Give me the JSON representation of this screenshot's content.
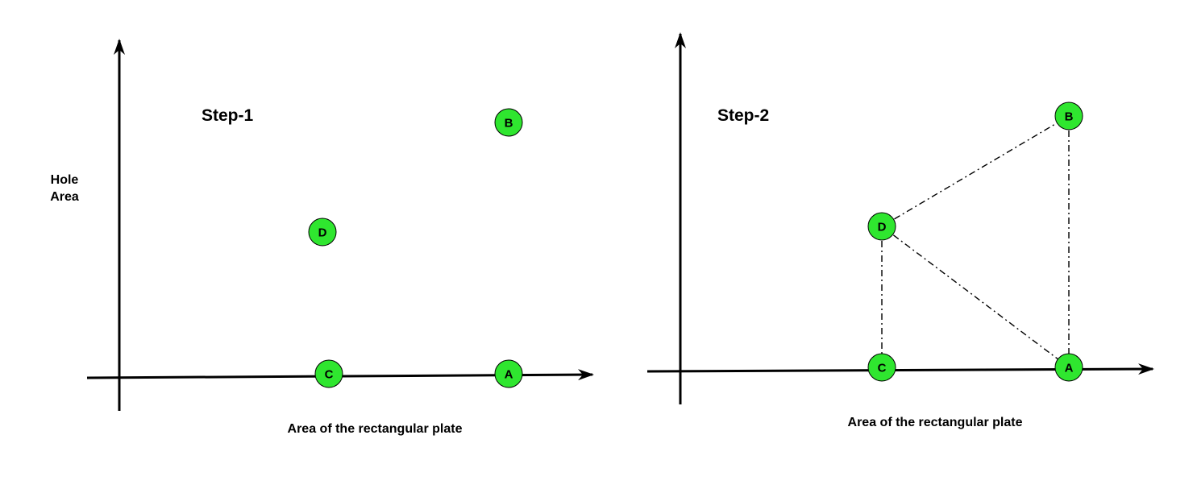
{
  "panels": [
    {
      "step_label": "Step-1",
      "y_axis_label_line1": "Hole",
      "y_axis_label_line2": "Area",
      "x_axis_label": "Area of the rectangular plate",
      "nodes": {
        "A": "A",
        "B": "B",
        "C": "C",
        "D": "D"
      }
    },
    {
      "step_label": "Step-2",
      "x_axis_label": "Area of the rectangular plate",
      "nodes": {
        "A": "A",
        "B": "B",
        "C": "C",
        "D": "D"
      },
      "edges": [
        [
          "D",
          "B"
        ],
        [
          "B",
          "A"
        ],
        [
          "D",
          "A"
        ],
        [
          "D",
          "C"
        ]
      ]
    }
  ],
  "colors": {
    "node_fill": "#2fe62f",
    "stroke": "#000000"
  }
}
